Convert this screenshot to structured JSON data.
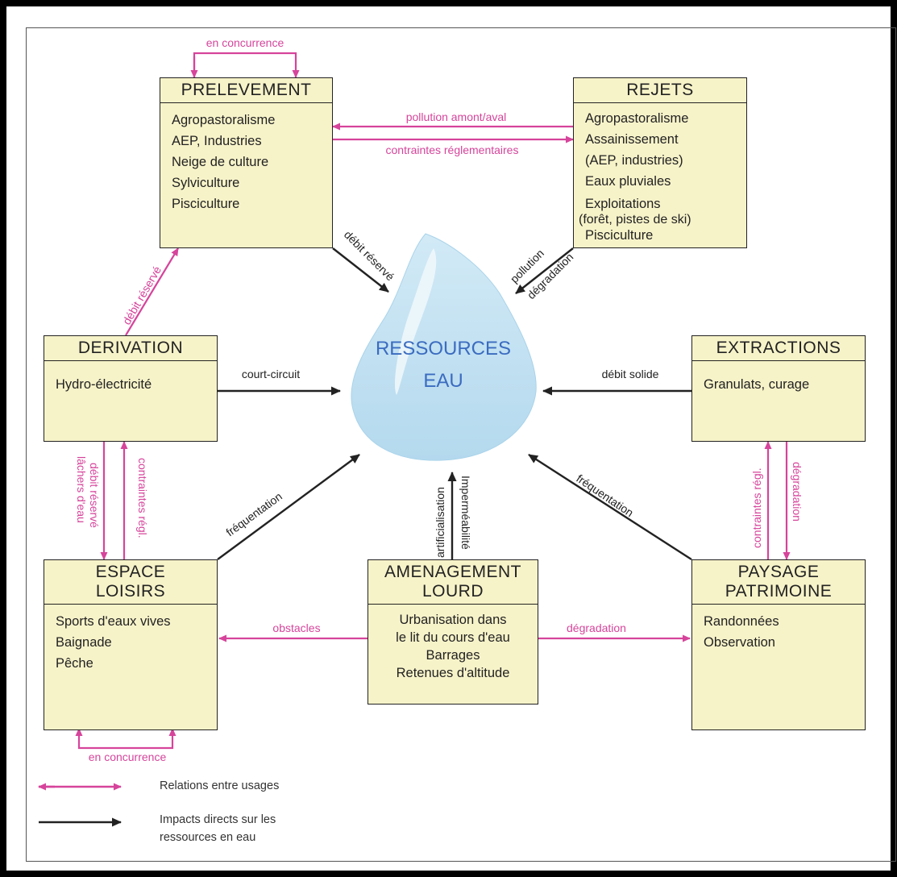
{
  "center": {
    "line1": "RESSOURCES",
    "line2": "EAU"
  },
  "boxes": {
    "prelevement": {
      "title": "PRELEVEMENT",
      "items": [
        "Agropastoralisme",
        "AEP, Industries",
        "Neige de culture",
        "Sylviculture",
        "Pisciculture"
      ]
    },
    "rejets": {
      "title": "REJETS",
      "items": [
        "Agropastoralisme",
        "Assainissement",
        "(AEP, industries)",
        "Eaux pluviales",
        "Exploitations",
        "(forêt, pistes de ski)",
        "Pisciculture"
      ]
    },
    "derivation": {
      "title": "DERIVATION",
      "items": [
        "Hydro-électricité"
      ]
    },
    "extractions": {
      "title": "EXTRACTIONS",
      "items": [
        "Granulats, curage"
      ]
    },
    "espace_loisirs": {
      "title_line1": "ESPACE",
      "title_line2": "LOISIRS",
      "items": [
        "Sports d'eaux vives",
        "Baignade",
        "Pêche"
      ]
    },
    "amenagement_lourd": {
      "title_line1": "AMENAGEMENT",
      "title_line2": "LOURD",
      "items": [
        "Urbanisation dans",
        "le lit du cours d'eau",
        "Barrages",
        "Retenues d'altitude"
      ]
    },
    "paysage_patrimoine": {
      "title_line1": "PAYSAGE",
      "title_line2": "PATRIMOINE",
      "items": [
        "Randonnées",
        "Observation"
      ]
    }
  },
  "arrow_labels": {
    "prelevement_concurrence": "en concurrence",
    "pollution_amont_aval": "pollution amont/aval",
    "contraintes_reglementaires": "contraintes réglementaires",
    "prelevement_debit_reserve": "débit réservé",
    "rejets_pollution": "pollution",
    "rejets_degradation": "dégradation",
    "derivation_debit_reserve": "débit réservé",
    "derivation_court_circuit": "court-circuit",
    "extractions_debit_solide": "débit solide",
    "derivation_lachers": "lâchers d'eau",
    "derivation_lachers_debit": "débit réservé",
    "derivation_contraintes": "contraintes régl.",
    "extractions_contraintes": "contraintes régl.",
    "extractions_degradation": "dégradation",
    "loisirs_frequentation": "fréquentation",
    "amenagement_artificialisation": "artificialisation",
    "amenagement_impermeabilite": "Imperméabilité",
    "paysage_frequentation": "fréquentation",
    "amenagement_obstacles": "obstacles",
    "amenagement_degradation": "dégradation",
    "loisirs_concurrence": "en concurrence"
  },
  "legend": {
    "relations": "Relations entre usages",
    "impacts_line1": "Impacts directs sur les",
    "impacts_line2": "ressources en eau"
  },
  "colors": {
    "relation": "#d6449b",
    "impact": "#222222",
    "box_fill": "#f7f3c9",
    "water": "#bfe0f0",
    "water_text": "#3b6cc0"
  }
}
